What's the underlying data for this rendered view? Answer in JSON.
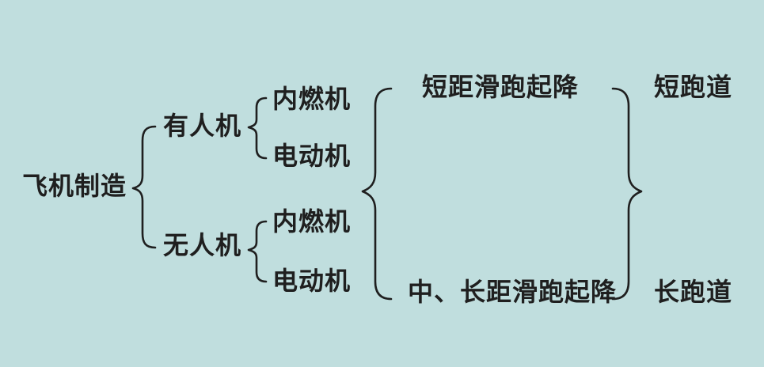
{
  "diagram": {
    "root": "飞机制造",
    "branches": [
      {
        "label": "有人机",
        "children": [
          "内燃机",
          "电动机"
        ]
      },
      {
        "label": "无人机",
        "children": [
          "内燃机",
          "电动机"
        ]
      }
    ],
    "takeoff_modes": [
      {
        "label": "短距滑跑起降",
        "runway": "短跑道"
      },
      {
        "label": "中、长距滑跑起降",
        "runway": "长跑道"
      }
    ]
  }
}
